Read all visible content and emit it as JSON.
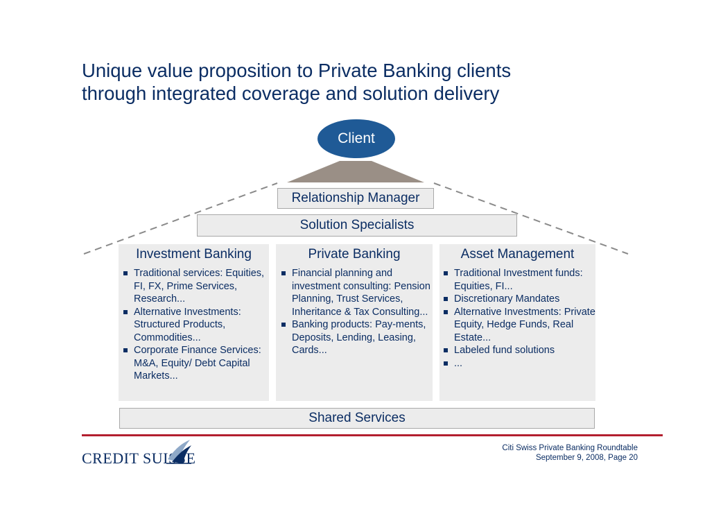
{
  "title": {
    "line1": "Unique value proposition to Private Banking clients",
    "line2": "through integrated coverage and solution delivery"
  },
  "diagram": {
    "client": "Client",
    "relationship_manager": "Relationship Manager",
    "solution_specialists": "Solution Specialists",
    "shared_services": "Shared Services",
    "columns": [
      {
        "heading": "Investment Banking",
        "items": [
          "Traditional services: Equities, FI, FX, Prime Services, Research...",
          "Alternative Investments: Structured Products, Commodities...",
          "Corporate Finance Services: M&A, Equity/ Debt Capital Markets..."
        ]
      },
      {
        "heading": "Private Banking",
        "items": [
          "Financial planning and investment consulting: Pension Planning, Trust Services, Inheritance & Tax Consulting...",
          "Banking products: Pay-ments, Deposits, Lending, Leasing, Cards..."
        ]
      },
      {
        "heading": "Asset Management",
        "items": [
          "Traditional Investment funds: Equities, FI...",
          "Discretionary Mandates",
          "Alternative Investments: Private Equity, Hedge Funds, Real Estate...",
          "Labeled fund solutions",
          "..."
        ]
      }
    ]
  },
  "footer": {
    "brand": "CREDIT SUISSE",
    "event": "Citi Swiss Private Banking Roundtable",
    "date_page": "September 9, 2008, Page 20"
  },
  "colors": {
    "navy": "#0b2d63",
    "client_fill": "#1f5a96",
    "roof_fill": "#9a8f86",
    "panel_fill": "#ececec",
    "accent_red": "#b31f2f"
  },
  "icons": [
    "credit-suisse-sails-logo"
  ]
}
